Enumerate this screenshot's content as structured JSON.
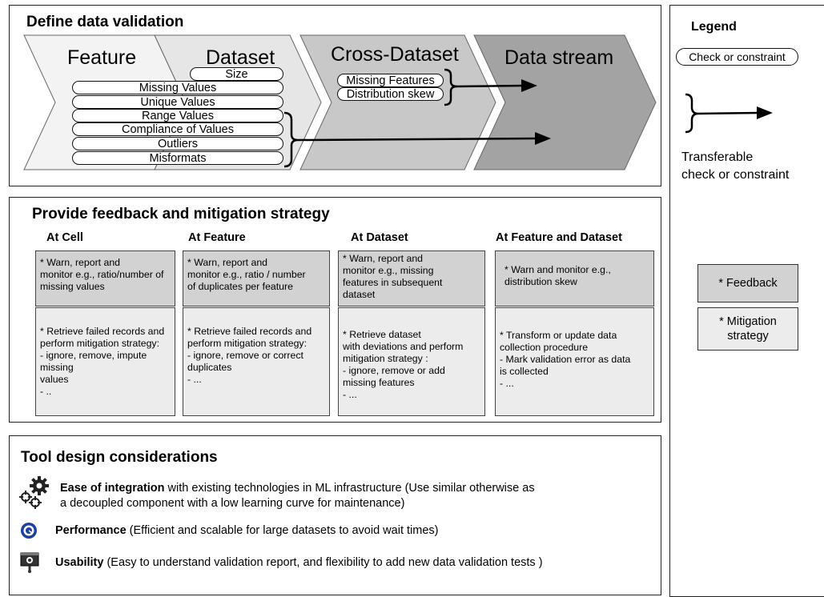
{
  "define": {
    "title": "Define data validation",
    "stages": [
      "Feature",
      "Dataset",
      "Cross-Dataset",
      "Data stream"
    ],
    "stage_colors": [
      "#f3f3f3",
      "#e6e6e6",
      "#c8c8c8",
      "#a3a3a3"
    ],
    "feature_checks": [
      "Size",
      "Missing Values",
      "Unique Values",
      "Range Values",
      "Compliance of Values",
      "Outliers",
      "Misformats"
    ],
    "cross_checks": [
      "Missing Features",
      "Distribution skew"
    ]
  },
  "feedback": {
    "title": "Provide feedback and mitigation strategy",
    "columns": [
      {
        "heading": "At Cell",
        "feedback": "* Warn, report and\nmonitor e.g., ratio/number of\nmissing values",
        "mitigation": "* Retrieve failed records and\nperform mitigation strategy:\n- ignore, remove, impute\nmissing\nvalues\n- .."
      },
      {
        "heading": "At Feature",
        "feedback": "* Warn, report and\nmonitor e.g., ratio / number\nof duplicates per feature",
        "mitigation": "* Retrieve failed records and\nperform mitigation strategy:\n- ignore, remove or correct\nduplicates\n- ..."
      },
      {
        "heading": "At Dataset",
        "feedback": "* Warn, report and\nmonitor e.g., missing\nfeatures in subsequent\ndataset",
        "mitigation": "* Retrieve dataset\nwith deviations and perform\nmitigation strategy :\n- ignore, remove or add\nmissing features\n- ..."
      },
      {
        "heading": "At Feature and Dataset",
        "feedback": "* Warn and monitor e.g.,\ndistribution skew",
        "mitigation": "* Transform or update data\ncollection procedure\n- Mark validation error as data\nis collected\n- ..."
      }
    ]
  },
  "tool": {
    "title": "Tool design considerations",
    "items": [
      {
        "icon": "gears-icon",
        "bold": "Ease of integration",
        "text": " with existing technologies in ML infrastructure (Use similar otherwise as",
        "line2": "a decoupled component with a low learning curve for maintenance)"
      },
      {
        "icon": "speedometer-icon",
        "bold": "Performance",
        "text": " (Efficient and scalable for large datasets to avoid wait times)"
      },
      {
        "icon": "usability-icon",
        "bold": "Usability",
        "text": " (Easy to understand validation report, and flexibility to add new data validation tests )"
      }
    ]
  },
  "legend": {
    "title": "Legend",
    "check_label": "Check or constraint",
    "transferable_label": "Transferable\ncheck or constraint",
    "feedback_label": "* Feedback",
    "mitigation_label": "* Mitigation\nstrategy"
  }
}
